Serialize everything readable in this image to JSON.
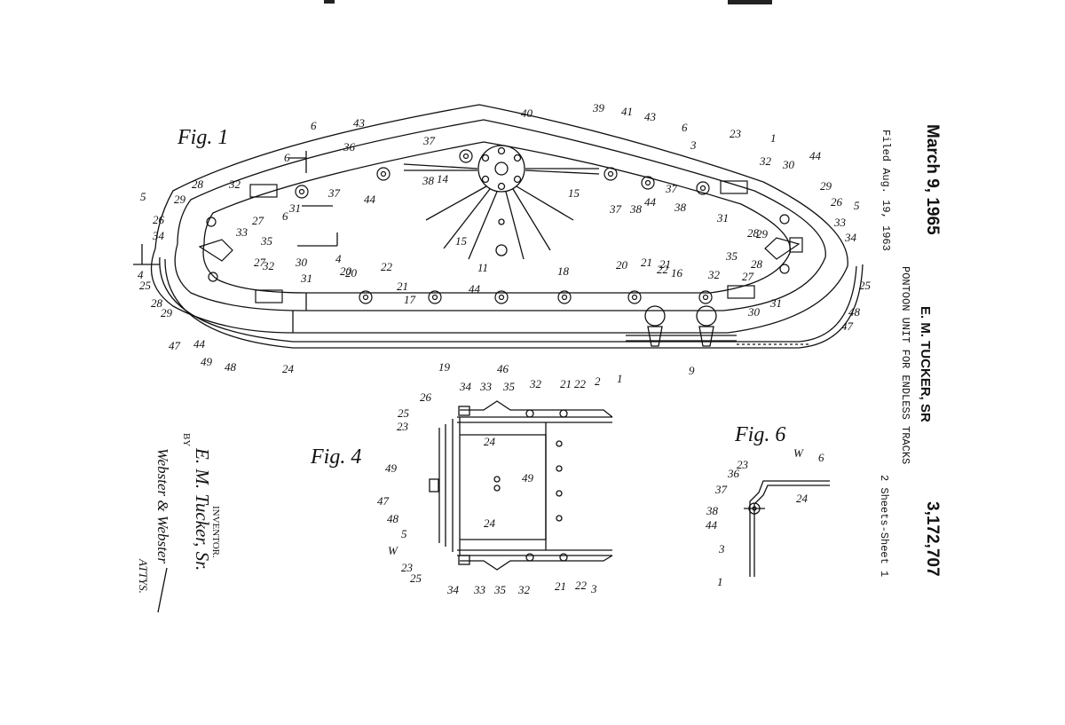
{
  "header": {
    "date": "March 9, 1965",
    "filed": "Filed Aug. 19, 1963",
    "inventor_name": "E. M. TUCKER, SR",
    "title": "PONTOON UNIT FOR ENDLESS TRACKS",
    "patent_number": "3,172,707",
    "sheets": "2 Sheets-Sheet 1"
  },
  "signature": {
    "inventor_label": "INVENTOR.",
    "inventor_signature": "E. M. Tucker, Sr.",
    "by": "BY",
    "attorneys_signature": "Webster & Webster",
    "attys": "ATTYS."
  },
  "figures": {
    "fig1": {
      "caption": "Fig. 1",
      "labels": [
        "1",
        "3",
        "4",
        "4",
        "5",
        "5",
        "6",
        "6",
        "6",
        "6",
        "9",
        "11",
        "14",
        "15",
        "15",
        "16",
        "17",
        "18",
        "19",
        "20",
        "20",
        "20",
        "21",
        "21",
        "21",
        "22",
        "22",
        "23",
        "24",
        "25",
        "25",
        "26",
        "26",
        "27",
        "27",
        "27",
        "28",
        "28",
        "28",
        "28",
        "29",
        "29",
        "29",
        "29",
        "30",
        "30",
        "30",
        "31",
        "31",
        "31",
        "31",
        "32",
        "32",
        "32",
        "32",
        "33",
        "33",
        "34",
        "34",
        "35",
        "35",
        "36",
        "37",
        "37",
        "37",
        "37",
        "38",
        "38",
        "38",
        "39",
        "40",
        "41",
        "43",
        "43",
        "44",
        "44",
        "44",
        "44",
        "44",
        "46",
        "47",
        "47",
        "48",
        "48",
        "49"
      ]
    },
    "fig4": {
      "caption": "Fig. 4",
      "labels": [
        "1",
        "2",
        "3",
        "5",
        "21",
        "21",
        "22",
        "22",
        "23",
        "23",
        "24",
        "24",
        "25",
        "25",
        "26",
        "32",
        "32",
        "33",
        "33",
        "34",
        "34",
        "35",
        "35",
        "47",
        "48",
        "49",
        "49",
        "W"
      ]
    },
    "fig6": {
      "caption": "Fig. 6",
      "labels": [
        "1",
        "3",
        "6",
        "23",
        "24",
        "36",
        "37",
        "38",
        "44",
        "W"
      ]
    }
  }
}
